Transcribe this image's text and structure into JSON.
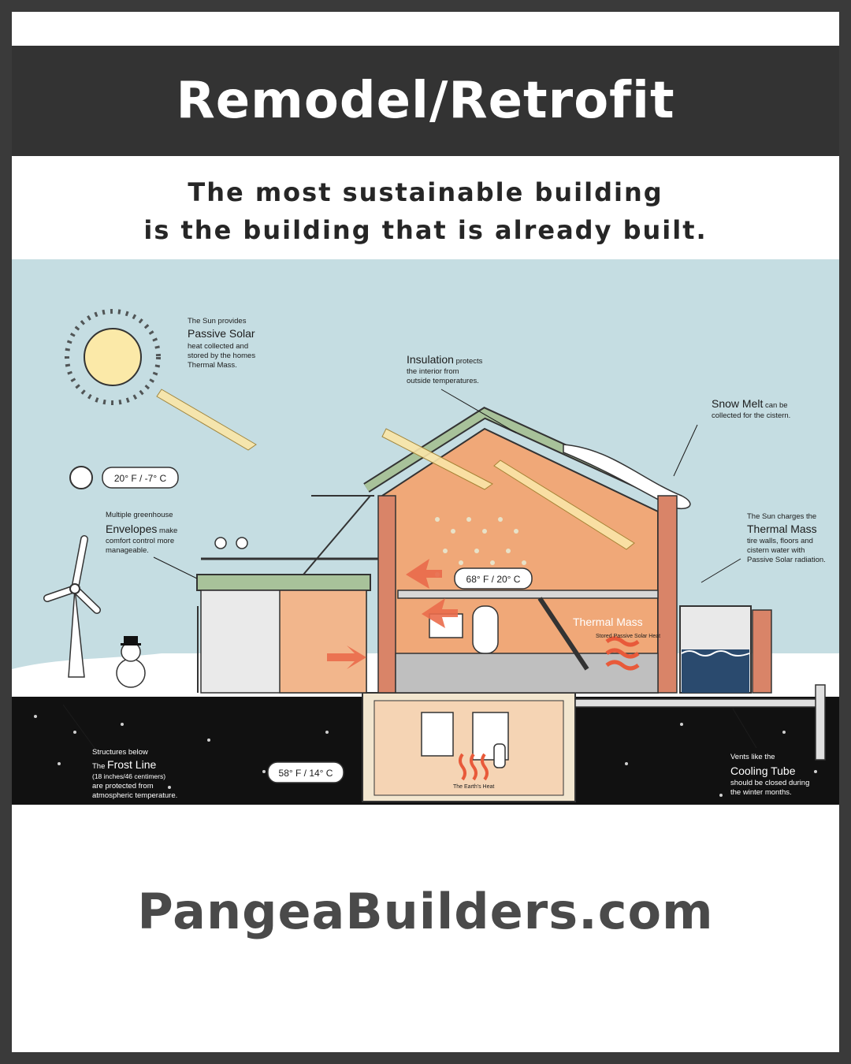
{
  "header": {
    "title": "Remodel/Retrofit"
  },
  "tagline": {
    "line1": "The most sustainable building",
    "line2": "is the building that is already built."
  },
  "illustration": {
    "outdoor_temp": "20° F / -7° C",
    "indoor_temp": "68° F / 20° C",
    "ground_temp": "58° F / 14° C",
    "labels": {
      "passive_solar": {
        "l1": "The Sun provides",
        "key": "Passive Solar",
        "l3": "heat collected and",
        "l4": "stored by the homes",
        "l5": "Thermal Mass."
      },
      "insulation": {
        "key": "Insulation",
        "suffix": " protects",
        "l2": "the interior from",
        "l3": "outside temperatures."
      },
      "snow_melt": {
        "key": "Snow Melt",
        "suffix": " can be",
        "l2": "collected for the cistern."
      },
      "envelopes": {
        "l1": "Multiple greenhouse",
        "key": "Envelopes",
        "suffix": " make",
        "l3": "comfort control more",
        "l4": "manageable."
      },
      "thermal_mass": {
        "l1": "The Sun charges the",
        "key": "Thermal Mass",
        "l3": "tire walls, floors and",
        "l4": "cistern water with",
        "l5": "Passive Solar radiation."
      },
      "frost_line": {
        "l1": "Structures below",
        "prefix": "The ",
        "key": "Frost Line",
        "l3": "(18 inches/46 centimers)",
        "l4": "are protected from",
        "l5": "atmospheric temperature."
      },
      "cooling_tube": {
        "l1": "Vents like the",
        "key": "Cooling Tube",
        "l3": "should be closed  during",
        "l4": "the winter months."
      },
      "wall_title": "Thermal Mass",
      "wall_sub": "Stored Passive Solar Heat",
      "earth_heat": "The Earth's Heat"
    },
    "colors": {
      "sky": "#c5dde2",
      "ground": "#111111",
      "interior": "#f0a878",
      "wall": "#d98468",
      "water": "#2a4a6e",
      "greenhouse": "#a8c29a"
    }
  },
  "footer": {
    "site": "PangeaBuilders.com"
  }
}
